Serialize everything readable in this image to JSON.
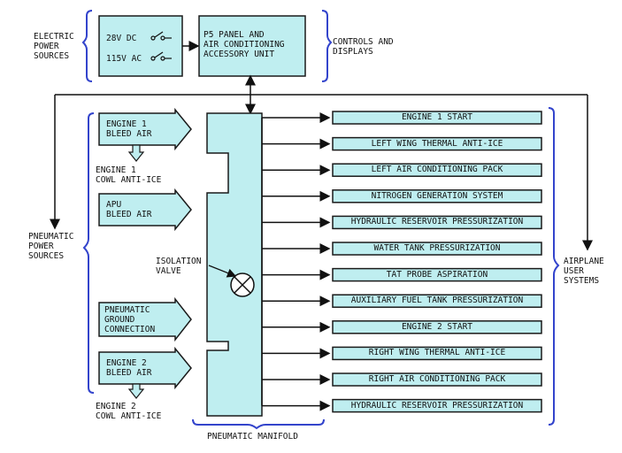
{
  "colors": {
    "fill": "#bfeef0",
    "stroke": "#1a1a1a",
    "bracket": "#3344cc"
  },
  "labels": {
    "electric_power_sources": "ELECTRIC\nPOWER\nSOURCES",
    "controls_and_displays": "CONTROLS AND\nDISPLAYS",
    "pneumatic_power_sources": "PNEUMATIC\nPOWER\nSOURCES",
    "airplane_user_systems": "AIRPLANE\nUSER\nSYSTEMS",
    "pneumatic_manifold": "PNEUMATIC MANIFOLD",
    "isolation_valve": "ISOLATION\nVALVE",
    "engine1_cowl": "ENGINE 1\nCOWL ANTI-ICE",
    "engine2_cowl": "ENGINE 2\nCOWL ANTI-ICE"
  },
  "electric": {
    "dc": "28V DC",
    "ac": "115V AC"
  },
  "panel": "P5 PANEL AND\nAIR CONDITIONING\nACCESSORY UNIT",
  "sources": {
    "engine1": "ENGINE 1\nBLEED AIR",
    "apu": "APU\nBLEED AIR",
    "ground": "PNEUMATIC\nGROUND\nCONNECTION",
    "engine2": "ENGINE 2\nBLEED AIR"
  },
  "user_systems": [
    "ENGINE 1 START",
    "LEFT WING THERMAL ANTI-ICE",
    "LEFT AIR CONDITIONING PACK",
    "NITROGEN GENERATION SYSTEM",
    "HYDRAULIC RESERVOIR PRESSURIZATION",
    "WATER TANK PRESSURIZATION",
    "TAT PROBE ASPIRATION",
    "AUXILIARY FUEL TANK PRESSURIZATION",
    "ENGINE 2 START",
    "RIGHT WING THERMAL ANTI-ICE",
    "RIGHT AIR CONDITIONING PACK",
    "HYDRAULIC RESERVOIR PRESSURIZATION"
  ]
}
